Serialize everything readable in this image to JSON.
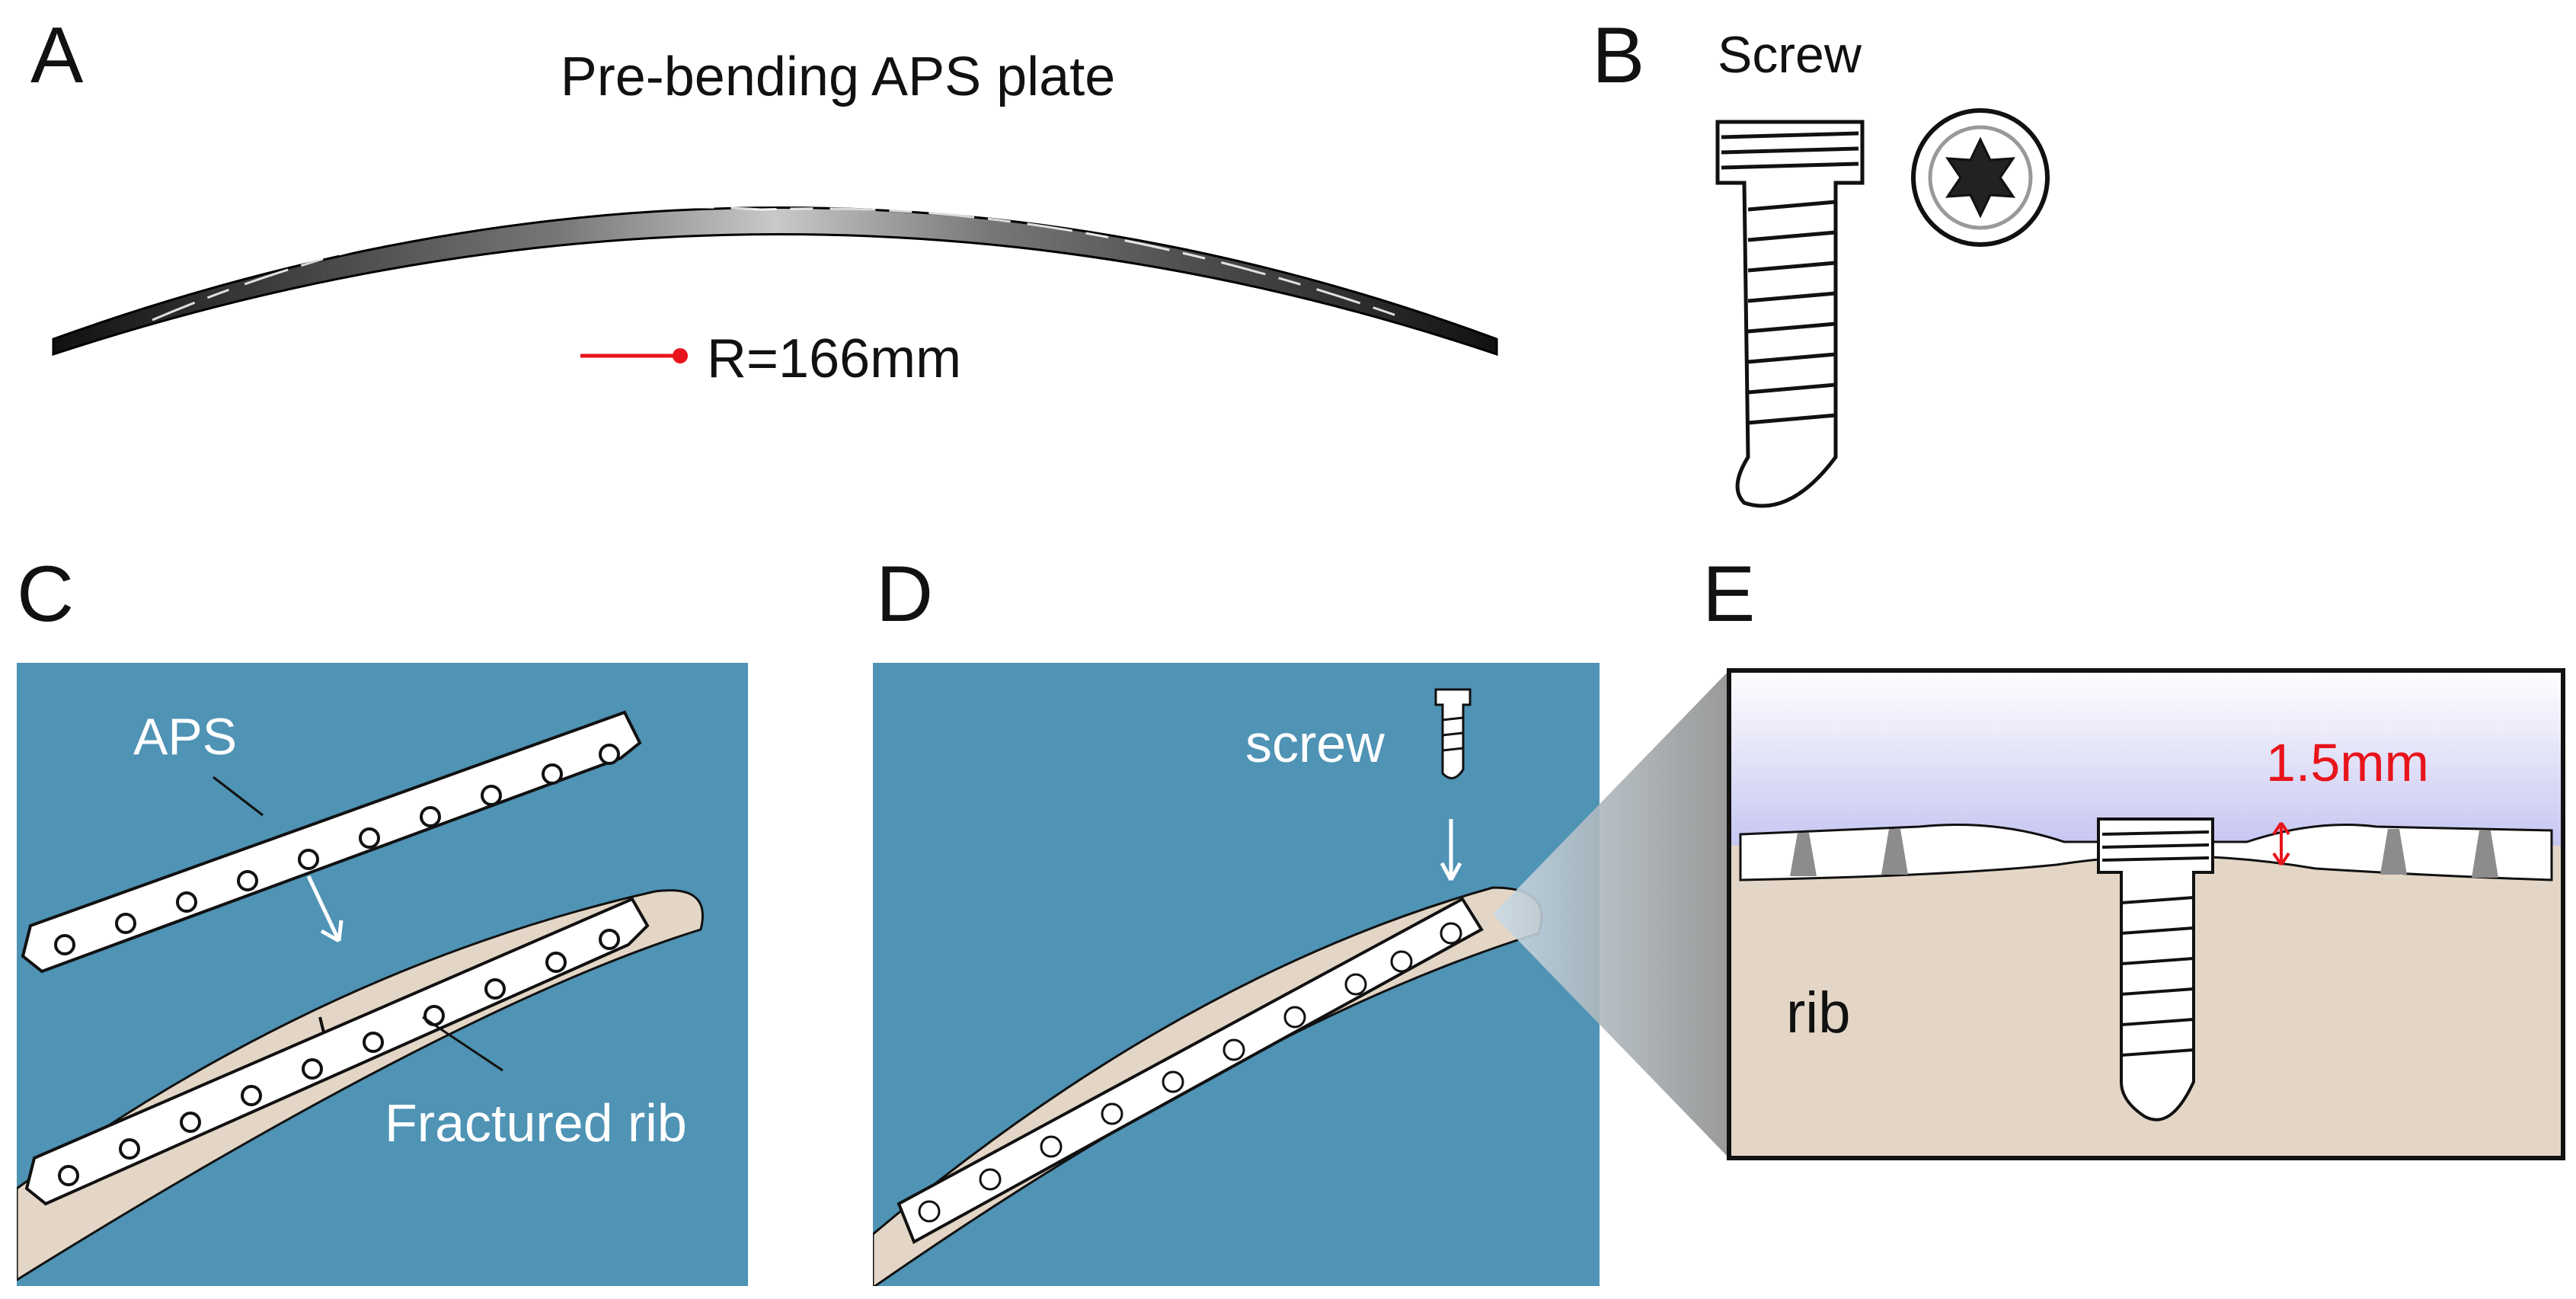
{
  "panels": {
    "a": {
      "letter": "A",
      "title": "Pre-bending APS plate",
      "radius_label": "R=166mm"
    },
    "b": {
      "letter": "B",
      "title": "Screw"
    },
    "c": {
      "letter": "C",
      "plate_label": "APS",
      "rib_label": "Fractured rib"
    },
    "d": {
      "letter": "D",
      "screw_label": "screw"
    },
    "e": {
      "letter": "E",
      "thickness_label": "1.5mm",
      "rib_label": "rib"
    }
  },
  "colors": {
    "background_blue": "#4f93b5",
    "rib": "#e3d6c6",
    "plate": "#ffffff",
    "outline": "#111111",
    "accent_red": "#e8141b"
  }
}
